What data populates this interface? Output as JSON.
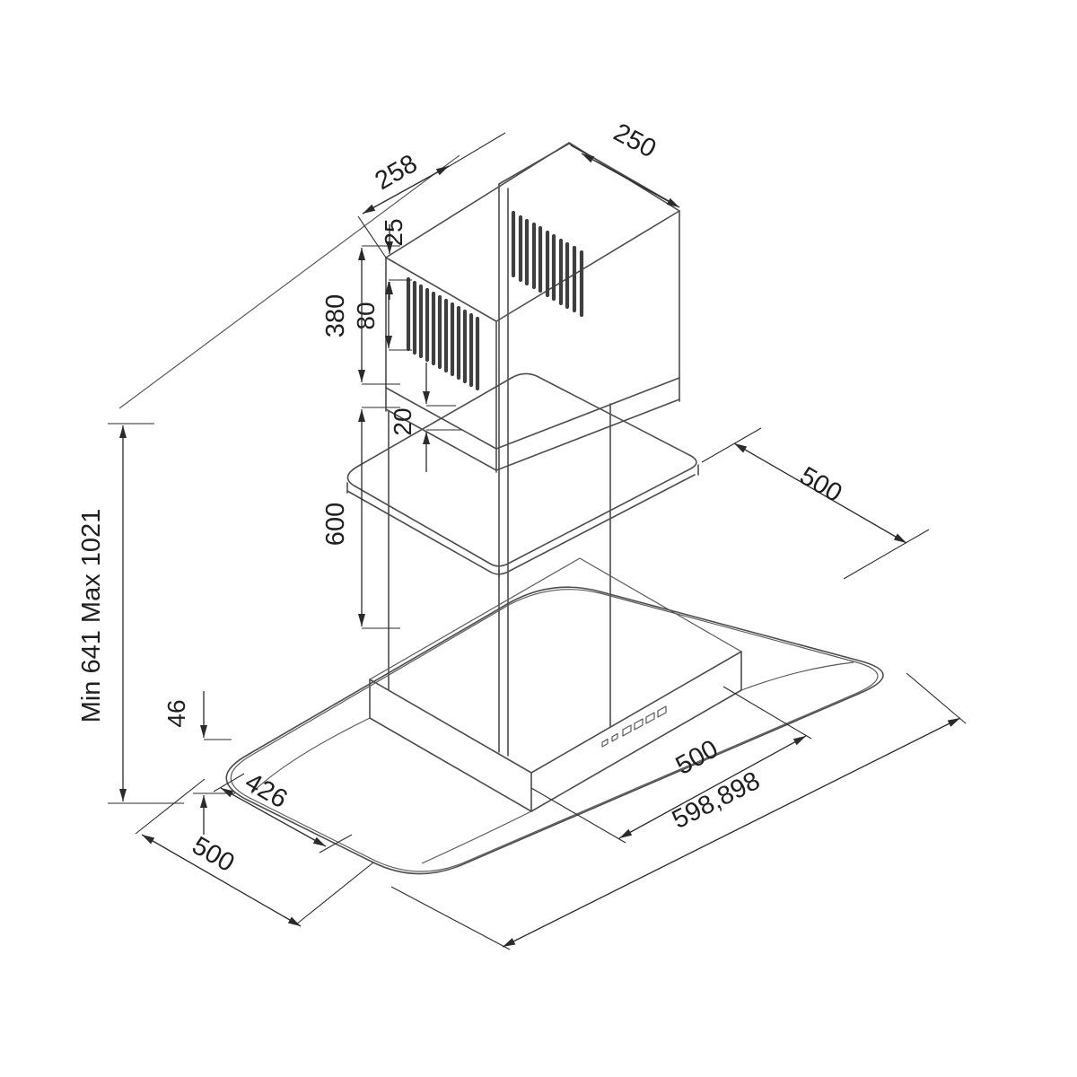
{
  "drawing": {
    "dimensions": {
      "chimney_top_depth": "258",
      "chimney_top_width": "250",
      "vent_top_offset": "25",
      "vent_height": "80",
      "upper_chimney_height": "380",
      "collar_height": "20",
      "lower_chimney_height": "600",
      "shelf_depth": "500",
      "mounting_height": "Min 641 Max 1021",
      "body_height": "46",
      "bottom_inset_depth": "426",
      "hood_depth": "500",
      "front_flat_width": "500",
      "total_width": "598,898"
    }
  }
}
